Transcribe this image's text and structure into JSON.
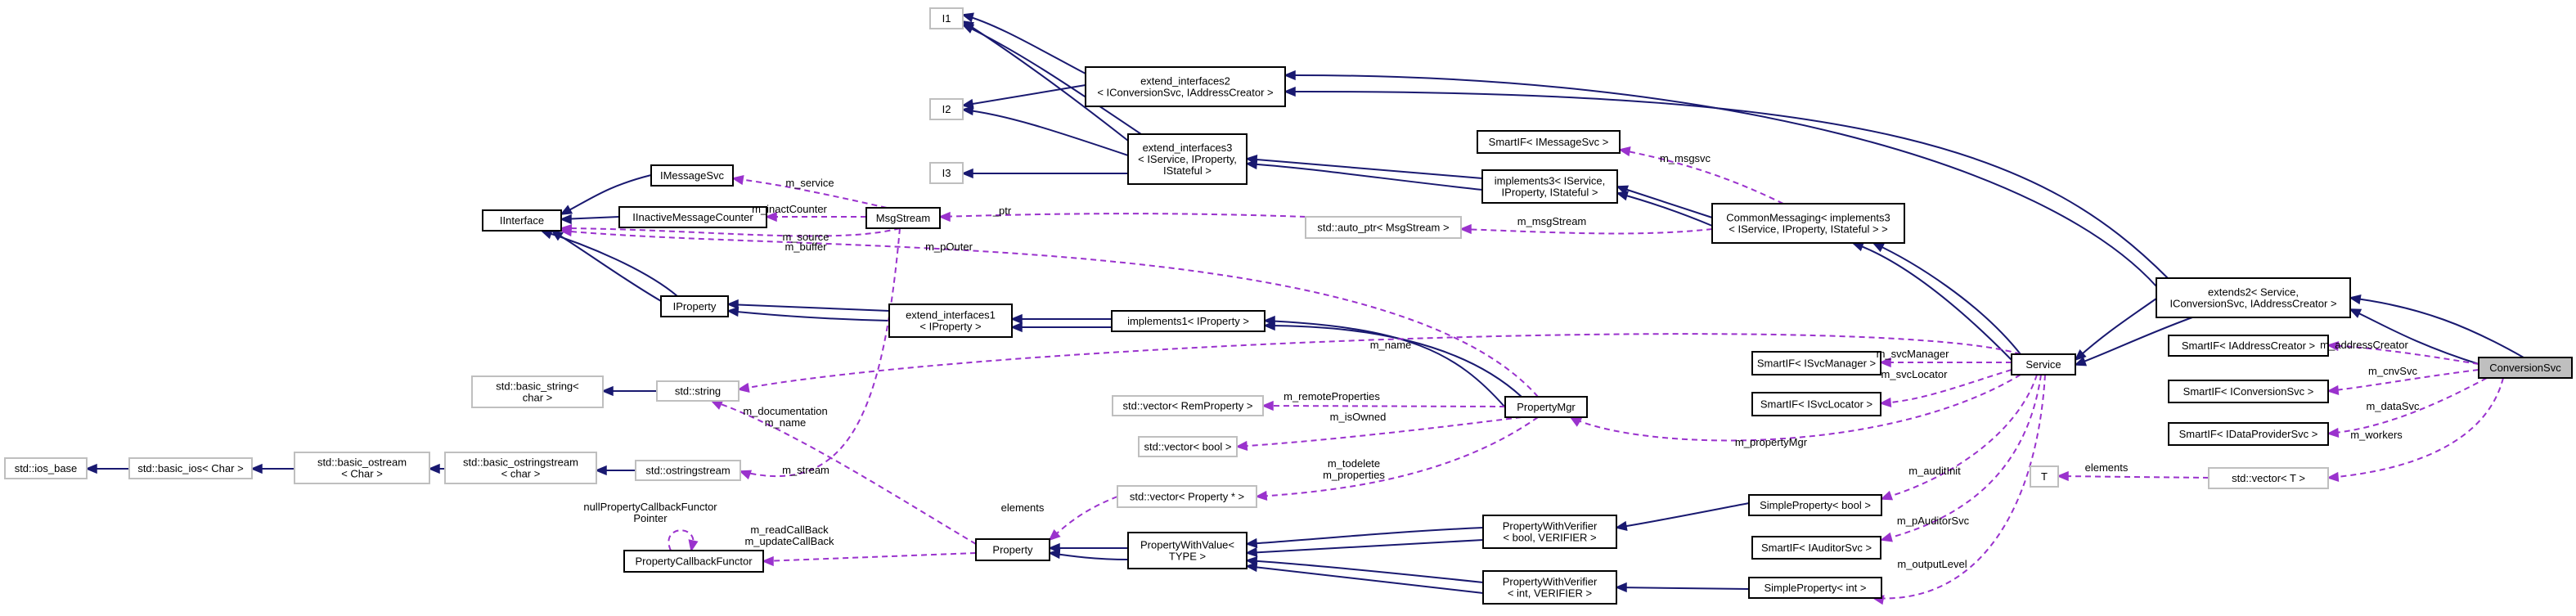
{
  "colors": {
    "inheritance": "#191970",
    "usage": "#9a32cd",
    "node_border": "#000000",
    "external_border": "#bfbfbf",
    "external_text": "#404040",
    "highlight_fill": "#bfbfbf",
    "node_fill": "#ffffff"
  },
  "nodes": [
    {
      "id": "ios_base",
      "lines": [
        "std::ios_base"
      ],
      "external": true
    },
    {
      "id": "basic_ios",
      "lines": [
        "std::basic_ios< Char >"
      ],
      "external": true
    },
    {
      "id": "basic_ostream",
      "lines": [
        "std::basic_ostream",
        "< Char >"
      ],
      "external": true
    },
    {
      "id": "basic_ostringstream",
      "lines": [
        "std::basic_ostringstream",
        "< char >"
      ],
      "external": true
    },
    {
      "id": "ostringstream",
      "lines": [
        "std::ostringstream"
      ],
      "external": true
    },
    {
      "id": "basic_string",
      "lines": [
        "std::basic_string<",
        "char >"
      ],
      "external": true
    },
    {
      "id": "string",
      "lines": [
        "std::string"
      ],
      "external": true
    },
    {
      "id": "IInterface",
      "lines": [
        "IInterface"
      ]
    },
    {
      "id": "IMessageSvc",
      "lines": [
        "IMessageSvc"
      ]
    },
    {
      "id": "IInactiveMessageCounter",
      "lines": [
        "IInactiveMessageCounter"
      ]
    },
    {
      "id": "IProperty",
      "lines": [
        "IProperty"
      ]
    },
    {
      "id": "PropertyCallbackFunctor",
      "lines": [
        "PropertyCallbackFunctor"
      ]
    },
    {
      "id": "I1",
      "lines": [
        "I1"
      ],
      "external": true
    },
    {
      "id": "I2",
      "lines": [
        "I2"
      ],
      "external": true
    },
    {
      "id": "I3",
      "lines": [
        "I3"
      ],
      "external": true
    },
    {
      "id": "MsgStream",
      "lines": [
        "MsgStream"
      ]
    },
    {
      "id": "extend_interfaces1",
      "lines": [
        "extend_interfaces1",
        "< IProperty >"
      ]
    },
    {
      "id": "extend_interfaces2",
      "lines": [
        "extend_interfaces2",
        "< IConversionSvc, IAddressCreator >"
      ]
    },
    {
      "id": "extend_interfaces3",
      "lines": [
        "extend_interfaces3",
        "< IService, IProperty,",
        "IStateful >"
      ]
    },
    {
      "id": "Property",
      "lines": [
        "Property"
      ]
    },
    {
      "id": "implements1",
      "lines": [
        "implements1< IProperty >"
      ]
    },
    {
      "id": "vector_RemProperty",
      "lines": [
        "std::vector< RemProperty >"
      ],
      "external": true
    },
    {
      "id": "vector_bool",
      "lines": [
        "std::vector< bool >"
      ],
      "external": true
    },
    {
      "id": "vector_Property",
      "lines": [
        "std::vector< Property * >"
      ],
      "external": true
    },
    {
      "id": "PropertyWithValue",
      "lines": [
        "PropertyWithValue<",
        "TYPE >"
      ]
    },
    {
      "id": "SmartIF_IMessageSvc",
      "lines": [
        "SmartIF< IMessageSvc >"
      ]
    },
    {
      "id": "implements3",
      "lines": [
        "implements3< IService,",
        "IProperty, IStateful >"
      ]
    },
    {
      "id": "auto_ptr",
      "lines": [
        "std::auto_ptr< MsgStream >"
      ],
      "external": true
    },
    {
      "id": "PropertyMgr",
      "lines": [
        "PropertyMgr"
      ]
    },
    {
      "id": "PWV_bool",
      "lines": [
        "PropertyWithVerifier",
        "< bool, VERIFIER >"
      ]
    },
    {
      "id": "PWV_int",
      "lines": [
        "PropertyWithVerifier",
        "< int, VERIFIER >"
      ]
    },
    {
      "id": "CommonMessaging",
      "lines": [
        "CommonMessaging< implements3",
        "< IService, IProperty, IStateful > >"
      ]
    },
    {
      "id": "SmartIF_ISvcManager",
      "lines": [
        "SmartIF< ISvcManager >"
      ]
    },
    {
      "id": "SmartIF_ISvcLocator",
      "lines": [
        "SmartIF< ISvcLocator >"
      ]
    },
    {
      "id": "SimpleProperty_bool",
      "lines": [
        "SimpleProperty< bool >"
      ]
    },
    {
      "id": "SmartIF_IAuditorSvc",
      "lines": [
        "SmartIF< IAuditorSvc >"
      ]
    },
    {
      "id": "SimpleProperty_int",
      "lines": [
        "SimpleProperty< int >"
      ]
    },
    {
      "id": "Service",
      "lines": [
        "Service"
      ]
    },
    {
      "id": "extends2",
      "lines": [
        "extends2< Service,",
        "IConversionSvc, IAddressCreator >"
      ]
    },
    {
      "id": "SmartIF_IAddressCreator",
      "lines": [
        "SmartIF< IAddressCreator >"
      ]
    },
    {
      "id": "SmartIF_IConversionSvc",
      "lines": [
        "SmartIF< IConversionSvc >"
      ]
    },
    {
      "id": "SmartIF_IDataProviderSvc",
      "lines": [
        "SmartIF< IDataProviderSvc >"
      ]
    },
    {
      "id": "T",
      "lines": [
        "T"
      ],
      "external": true
    },
    {
      "id": "vector_T",
      "lines": [
        "std::vector< T >"
      ],
      "external": true
    },
    {
      "id": "ConversionSvc",
      "lines": [
        "ConversionSvc"
      ],
      "highlight": true
    }
  ],
  "edges": [
    {
      "id": "e1",
      "type": "inheritance"
    },
    {
      "id": "e2",
      "type": "inheritance"
    },
    {
      "id": "e3",
      "type": "inheritance"
    },
    {
      "id": "e4",
      "type": "inheritance"
    },
    {
      "id": "e5",
      "type": "inheritance"
    },
    {
      "id": "e6",
      "type": "inheritance"
    },
    {
      "id": "e7",
      "type": "inheritance"
    },
    {
      "id": "e8",
      "type": "inheritance"
    },
    {
      "id": "e9",
      "type": "inheritance"
    },
    {
      "id": "e10",
      "type": "inheritance"
    },
    {
      "id": "e11",
      "type": "inheritance"
    },
    {
      "id": "e12",
      "type": "inheritance"
    },
    {
      "id": "e13",
      "type": "inheritance"
    },
    {
      "id": "e14",
      "type": "inheritance"
    },
    {
      "id": "e15",
      "type": "inheritance"
    },
    {
      "id": "e16",
      "type": "inheritance"
    },
    {
      "id": "e17",
      "type": "inheritance"
    },
    {
      "id": "e18",
      "type": "inheritance"
    },
    {
      "id": "e19",
      "type": "inheritance"
    },
    {
      "id": "e20",
      "type": "inheritance"
    },
    {
      "id": "e21",
      "type": "inheritance"
    },
    {
      "id": "e22",
      "type": "inheritance"
    },
    {
      "id": "e23",
      "type": "inheritance"
    },
    {
      "id": "e24",
      "type": "inheritance"
    },
    {
      "id": "e25",
      "type": "inheritance"
    },
    {
      "id": "e26",
      "type": "inheritance"
    },
    {
      "id": "e27",
      "type": "inheritance"
    },
    {
      "id": "e28",
      "type": "inheritance"
    },
    {
      "id": "e29",
      "type": "inheritance"
    },
    {
      "id": "e30",
      "type": "inheritance"
    },
    {
      "id": "e31",
      "type": "inheritance"
    },
    {
      "id": "e32",
      "type": "inheritance"
    },
    {
      "id": "e33",
      "type": "inheritance"
    },
    {
      "id": "e34",
      "type": "inheritance"
    },
    {
      "id": "e35",
      "type": "inheritance"
    },
    {
      "id": "u1",
      "type": "usage",
      "labels": [
        "m_service"
      ]
    },
    {
      "id": "u2",
      "type": "usage",
      "labels": [
        "m_inactCounter"
      ]
    },
    {
      "id": "u3",
      "type": "usage",
      "labels": [
        "m_source",
        "m_buffer"
      ]
    },
    {
      "id": "u4",
      "type": "usage",
      "labels": [
        "m_stream"
      ]
    },
    {
      "id": "u5",
      "type": "usage",
      "labels": [
        "m_name"
      ]
    },
    {
      "id": "u6",
      "type": "usage",
      "labels": [
        "m_documentation",
        "m_name"
      ]
    },
    {
      "id": "u7",
      "type": "usage",
      "labels": [
        "nullPropertyCallbackFunctor",
        "Pointer"
      ]
    },
    {
      "id": "u8",
      "type": "usage",
      "labels": [
        "m_readCallBack",
        "m_updateCallBack"
      ]
    },
    {
      "id": "u9",
      "type": "usage",
      "labels": [
        "m_pOuter"
      ]
    },
    {
      "id": "u10",
      "type": "usage",
      "labels": [
        "m_remoteProperties"
      ]
    },
    {
      "id": "u11",
      "type": "usage",
      "labels": [
        "m_isOwned"
      ]
    },
    {
      "id": "u12",
      "type": "usage",
      "labels": [
        "m_todelete",
        "m_properties"
      ]
    },
    {
      "id": "u13",
      "type": "usage",
      "labels": [
        "elements"
      ]
    },
    {
      "id": "u14",
      "type": "usage",
      "labels": [
        "m_msgsvc"
      ]
    },
    {
      "id": "u15",
      "type": "usage",
      "labels": [
        "_ptr"
      ]
    },
    {
      "id": "u16",
      "type": "usage",
      "labels": [
        "m_msgStream"
      ]
    },
    {
      "id": "u17",
      "type": "usage",
      "labels": [
        "m_propertyMgr"
      ]
    },
    {
      "id": "u18",
      "type": "usage",
      "labels": [
        "m_svcManager"
      ]
    },
    {
      "id": "u19",
      "type": "usage",
      "labels": [
        "m_svcLocator"
      ]
    },
    {
      "id": "u20",
      "type": "usage",
      "labels": [
        "m_auditInit"
      ]
    },
    {
      "id": "u21",
      "type": "usage",
      "labels": [
        "m_pAuditorSvc"
      ]
    },
    {
      "id": "u22",
      "type": "usage",
      "labels": [
        "m_outputLevel"
      ]
    },
    {
      "id": "u23",
      "type": "usage",
      "labels": [
        "m_addressCreator"
      ]
    },
    {
      "id": "u24",
      "type": "usage",
      "labels": [
        "m_cnvSvc"
      ]
    },
    {
      "id": "u25",
      "type": "usage",
      "labels": [
        "m_dataSvc"
      ]
    },
    {
      "id": "u26",
      "type": "usage",
      "labels": [
        "m_workers"
      ]
    },
    {
      "id": "u27",
      "type": "usage",
      "labels": [
        "elements"
      ]
    }
  ]
}
